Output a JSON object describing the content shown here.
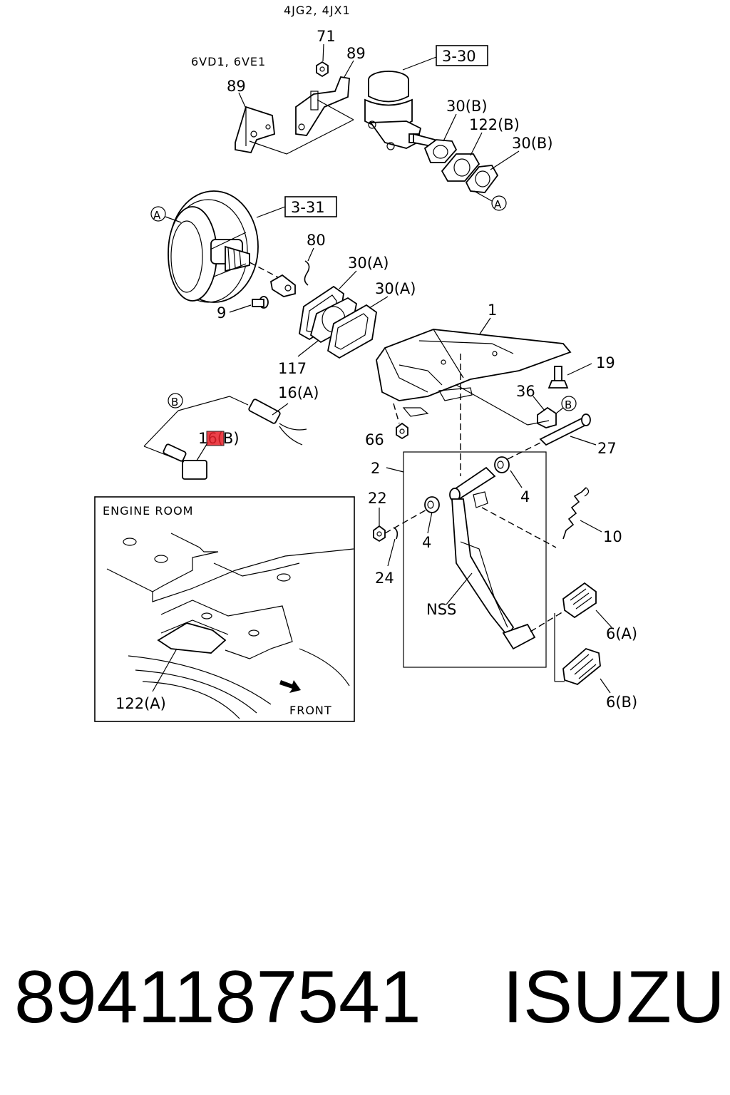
{
  "engine_labels": {
    "top": "4JG2, 4JX1",
    "left": "6VD1, 6VE1"
  },
  "reference_boxes": [
    "3-30",
    "3-31"
  ],
  "callouts": {
    "c71": "71",
    "c89a": "89",
    "c89b": "89",
    "c30b1": "30(B)",
    "c122b": "122(B)",
    "c30b2": "30(B)",
    "c80": "80",
    "c30a1": "30(A)",
    "c30a2": "30(A)",
    "c9": "9",
    "c117": "117",
    "c1": "1",
    "c19": "19",
    "c16a": "16(A)",
    "c16b": "16(B)",
    "c36": "36",
    "c66": "66",
    "c27": "27",
    "c2": "2",
    "c22": "22",
    "c4a": "4",
    "c4b": "4",
    "c10": "10",
    "c24": "24",
    "cnss": "NSS",
    "c6a": "6(A)",
    "c6b": "6(B)"
  },
  "circle_markers": [
    "A",
    "A",
    "B",
    "B"
  ],
  "inset": {
    "title": "ENGINE ROOM",
    "part_label": "122(A)",
    "direction_label": "FRONT"
  },
  "footer": {
    "part_number": "8941187541",
    "brand": "ISUZU"
  },
  "colors": {
    "highlight": "#e8202a"
  },
  "icons": [
    "front-arrow-icon"
  ]
}
